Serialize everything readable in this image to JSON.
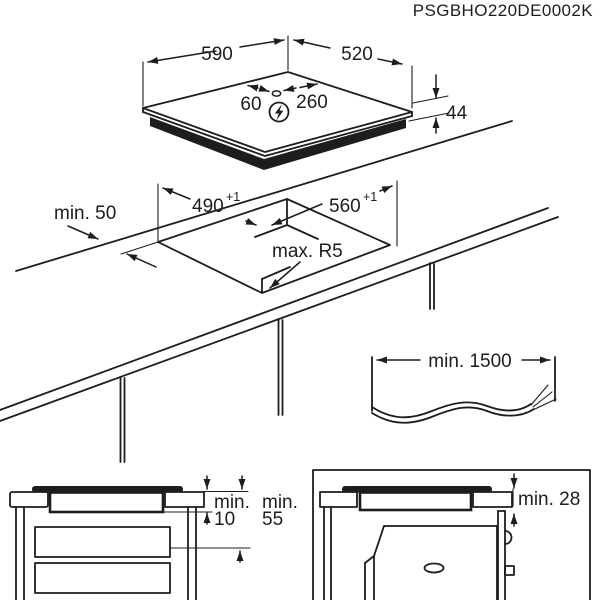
{
  "title": "PSGBHO220DE0002K",
  "hob": {
    "width": "590",
    "depth": "520",
    "height": "44",
    "gland_offset_left": "60",
    "gland_offset_right": "260"
  },
  "cutout": {
    "rear_clearance": "min. 50",
    "depth": "490",
    "depth_tolerance": "+1",
    "width": "560",
    "width_tolerance": "+1",
    "corner_radius": "max. R5"
  },
  "cable": {
    "length": "min. 1500"
  },
  "clearances": {
    "hob_bottom_label": "min.",
    "hob_bottom_value": "10",
    "drawer_label": "min.",
    "drawer_value": "55",
    "oven_label": "min. 28"
  },
  "colors": {
    "line": "#1d1d1b",
    "background": "#ffffff"
  }
}
